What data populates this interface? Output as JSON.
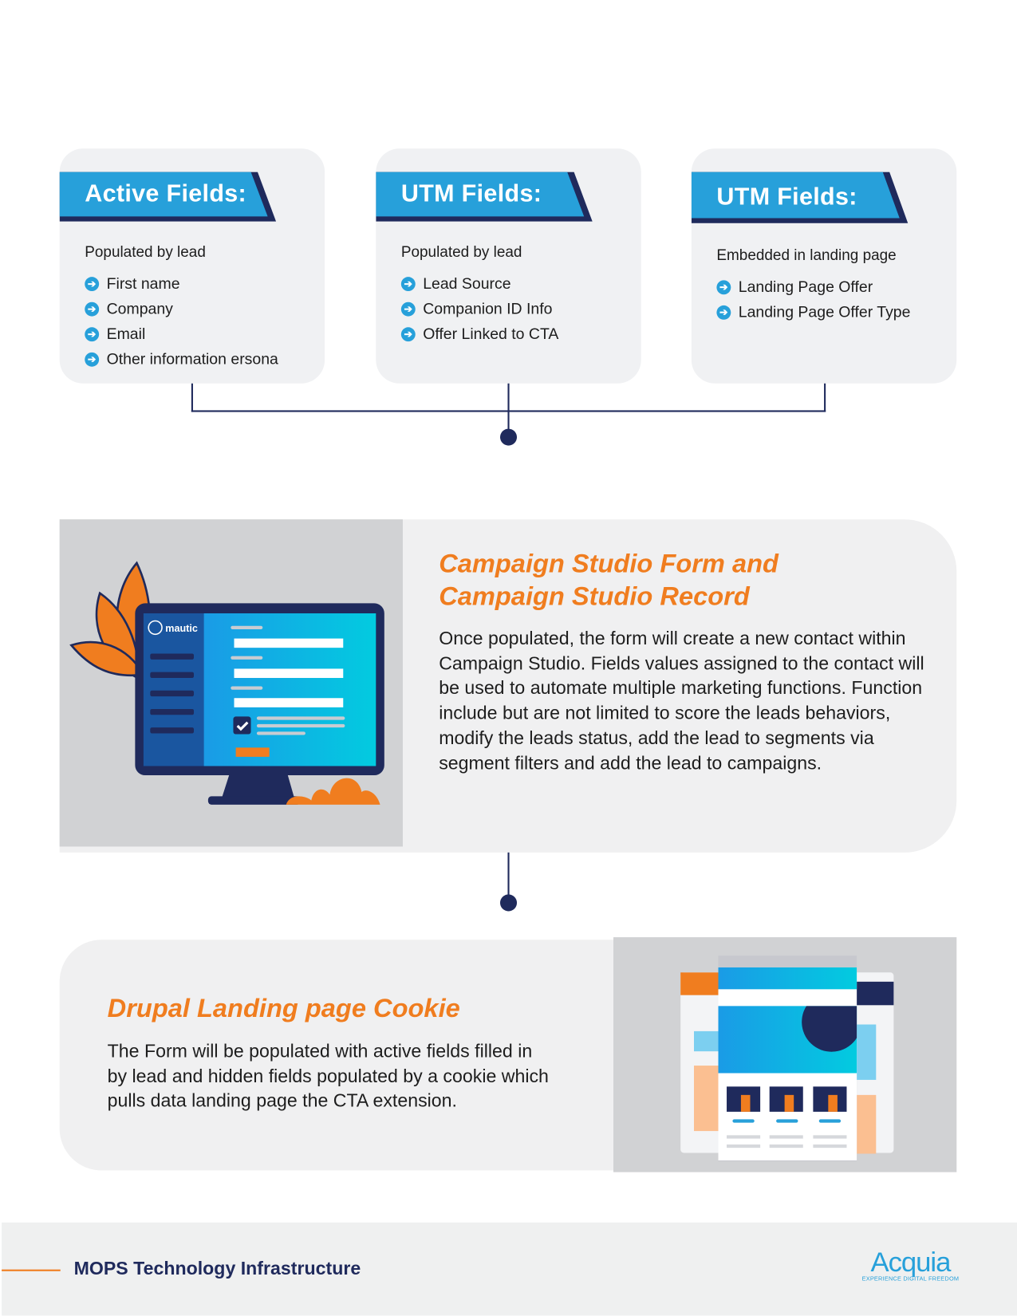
{
  "cards": [
    {
      "title": "Active Fields:",
      "subtitle": "Populated by lead",
      "items": [
        "First name",
        "Company",
        "Email",
        "Other information ersona"
      ]
    },
    {
      "title": "UTM Fields:",
      "subtitle": "Populated by lead",
      "items": [
        "Lead Source",
        "Companion ID Info",
        "Offer Linked to CTA"
      ]
    },
    {
      "title": "UTM Fields:",
      "subtitle": "Embedded in landing page",
      "items": [
        "Landing Page Offer",
        "Landing Page Offer Type"
      ]
    }
  ],
  "campaign": {
    "title_line1": "Campaign Studio Form and",
    "title_line2": "Campaign Studio Record",
    "body": "Once populated, the form will create a new contact within Campaign Studio. Fields values assigned to the contact will be used to automate multiple marketing functions. Function include but are not limited to score the leads behaviors, modify the leads status, add the lead to segments via segment filters and add the lead to campaigns.",
    "illustration_logo": "mautic"
  },
  "drupal": {
    "title": "Drupal Landing page Cookie",
    "body": "The Form will be populated with active fields filled in by lead and hidden fields populated by a cookie which pulls data landing page the CTA extension."
  },
  "footer": {
    "title": "MOPS Technology Infrastructure",
    "logo": "Acquia",
    "tagline": "EXPERIENCE DIGITAL FREEDOM"
  },
  "colors": {
    "accent_blue": "#27a0da",
    "navy": "#1f2a5c",
    "orange": "#f07d1f"
  }
}
